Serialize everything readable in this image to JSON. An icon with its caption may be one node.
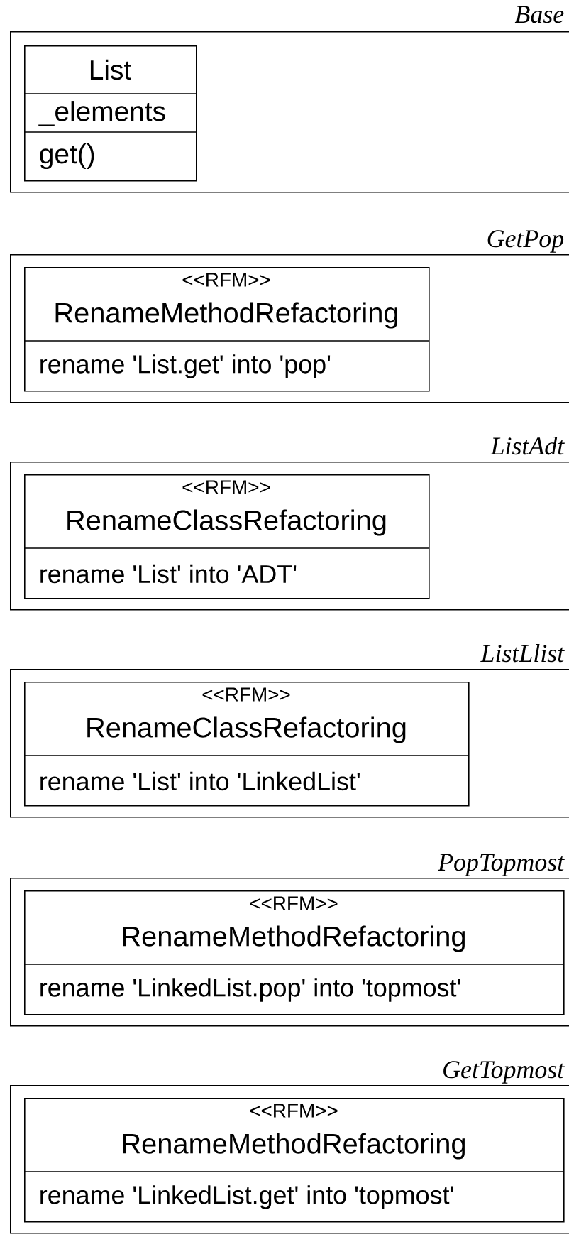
{
  "diagram": {
    "nodes": [
      {
        "text": [
          "Base"
        ]
      },
      {
        "text": [
          "List",
          "_elements",
          "get()"
        ],
        "in": 0
      },
      {
        "text": [
          "GetPop"
        ]
      },
      {
        "text": [
          "<<RFM>>",
          "RenameMethodRefactoring",
          "rename 'List.get' into 'pop'"
        ],
        "in": 2
      },
      {
        "text": [
          "ListAdt"
        ]
      },
      {
        "text": [
          "<<RFM>>",
          "RenameClassRefactoring",
          "rename 'List' into 'ADT'"
        ],
        "in": 4
      },
      {
        "text": [
          "ListLlist"
        ]
      },
      {
        "text": [
          "<<RFM>>",
          "RenameClassRefactoring",
          "rename 'List' into 'LinkedList'"
        ],
        "in": 6
      },
      {
        "text": [
          "PopTopmost"
        ]
      },
      {
        "text": [
          "<<RFM>>",
          "RenameMethodRefactoring",
          "rename 'LinkedList.pop' into 'topmost'"
        ],
        "in": 8
      },
      {
        "text": [
          "GetTopmost"
        ]
      },
      {
        "text": [
          "<<RFM>>",
          "RenameMethodRefactoring",
          "rename 'LinkedList.get' into 'topmost'"
        ],
        "in": 10
      }
    ]
  }
}
